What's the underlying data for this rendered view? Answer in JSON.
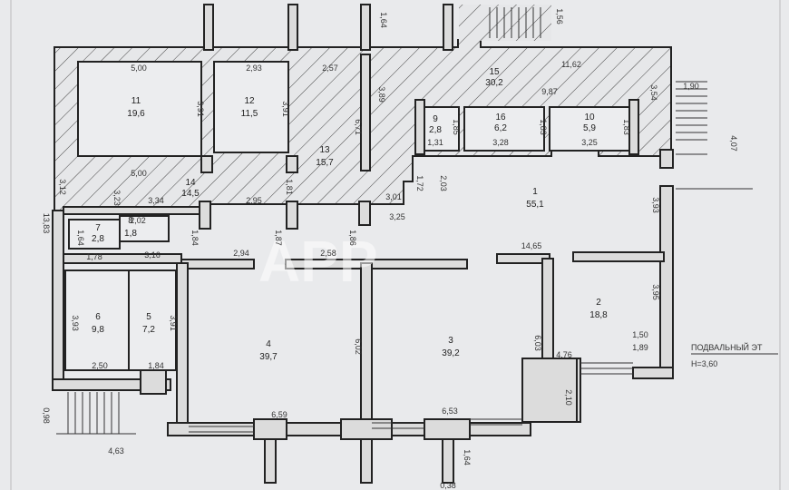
{
  "rooms": [
    {
      "id": "r1",
      "number": "1",
      "area": "55,1"
    },
    {
      "id": "r2",
      "number": "2",
      "area": "18,8"
    },
    {
      "id": "r3",
      "number": "3",
      "area": "39,2"
    },
    {
      "id": "r4",
      "number": "4",
      "area": "39,7"
    },
    {
      "id": "r5",
      "number": "5",
      "area": "7,2"
    },
    {
      "id": "r6",
      "number": "6",
      "area": "9,8"
    },
    {
      "id": "r7",
      "number": "7",
      "area": "2,8"
    },
    {
      "id": "r8",
      "number": "8",
      "area": "1,8"
    },
    {
      "id": "r9",
      "number": "9",
      "area": "2,8"
    },
    {
      "id": "r10",
      "number": "10",
      "area": "5,9"
    },
    {
      "id": "r11",
      "number": "11",
      "area": "19,6"
    },
    {
      "id": "r12",
      "number": "12",
      "area": "11,5"
    },
    {
      "id": "r13",
      "number": "13",
      "area": "15,7"
    },
    {
      "id": "r14",
      "number": "14",
      "area": "14,5"
    },
    {
      "id": "r15",
      "number": "15",
      "area": "30,2"
    },
    {
      "id": "r16",
      "number": "16",
      "area": "6,2"
    }
  ],
  "dimensions": {
    "d_500": "5,00",
    "d_293": "2,93",
    "d_257": "2,57",
    "d_1162": "11,62",
    "d_987": "9,87",
    "d_391a": "3,91",
    "d_391b": "3,91",
    "d_389": "3,89",
    "d_671": "6,71",
    "d_500b": "5,00",
    "d_185": "1,85",
    "d_131": "1,31",
    "d_328": "3,28",
    "d_225": "3,25",
    "d_183a": "1,83",
    "d_183b": "1,83",
    "d_354": "3,54",
    "d_190": "1,90",
    "d_407": "4,07",
    "d_164": "1,64",
    "d_156": "1,56",
    "d_202": "2,02",
    "d_334": "3,34",
    "d_295": "2,95",
    "d_301": "3,01",
    "d_172": "1,72",
    "d_203": "2,03",
    "d_325": "3,25",
    "d_393a": "3,93",
    "d_1383": "13,83",
    "d_164b": "1,64",
    "d_178": "1,78",
    "d_316": "3,16",
    "d_184a": "1,84",
    "d_187": "1,87",
    "d_186": "1,86",
    "d_294": "2,94",
    "d_258": "2,58",
    "d_1465": "14,65",
    "d_395": "3,95",
    "d_393b": "3,93",
    "d_391c": "3,91",
    "d_602": "6,02",
    "d_603": "6,03",
    "d_250": "2,50",
    "d_184b": "1,84",
    "d_476": "4,76",
    "d_150": "1,50",
    "d_189": "1,89",
    "d_210": "2,10",
    "d_659": "6,59",
    "d_653": "6,53",
    "d_098": "0,98",
    "d_463": "4,63",
    "d_164c": "1,64",
    "d_038": "0,38",
    "d_312": "3,12",
    "d_323": "3,23",
    "d_181": "1,81"
  },
  "notes": {
    "basement_label": "ПОДВАЛЬНЫЙ ЭТ",
    "height_label": "Н=3,60",
    "watermark": "APP"
  }
}
